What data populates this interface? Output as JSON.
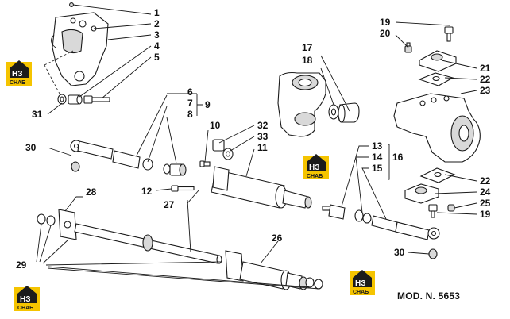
{
  "callouts": {
    "c1": "1",
    "c2": "2",
    "c3": "3",
    "c4": "4",
    "c5": "5",
    "c6": "6",
    "c7": "7",
    "c8": "8",
    "c9": "9",
    "c10": "10",
    "c11": "11",
    "c12": "12",
    "c13": "13",
    "c14": "14",
    "c15": "15",
    "c16": "16",
    "c17": "17",
    "c18": "18",
    "c19a": "19",
    "c19b": "19",
    "c20": "20",
    "c21": "21",
    "c22a": "22",
    "c22b": "22",
    "c23": "23",
    "c24": "24",
    "c25": "25",
    "c26": "26",
    "c27": "27",
    "c28": "28",
    "c29": "29",
    "c30a": "30",
    "c30b": "30",
    "c31": "31",
    "c32": "32",
    "c33": "33"
  },
  "logo": {
    "letters": "НЗ",
    "subtitle": "СНАБ"
  },
  "model_code": "MOD. N. 5653"
}
